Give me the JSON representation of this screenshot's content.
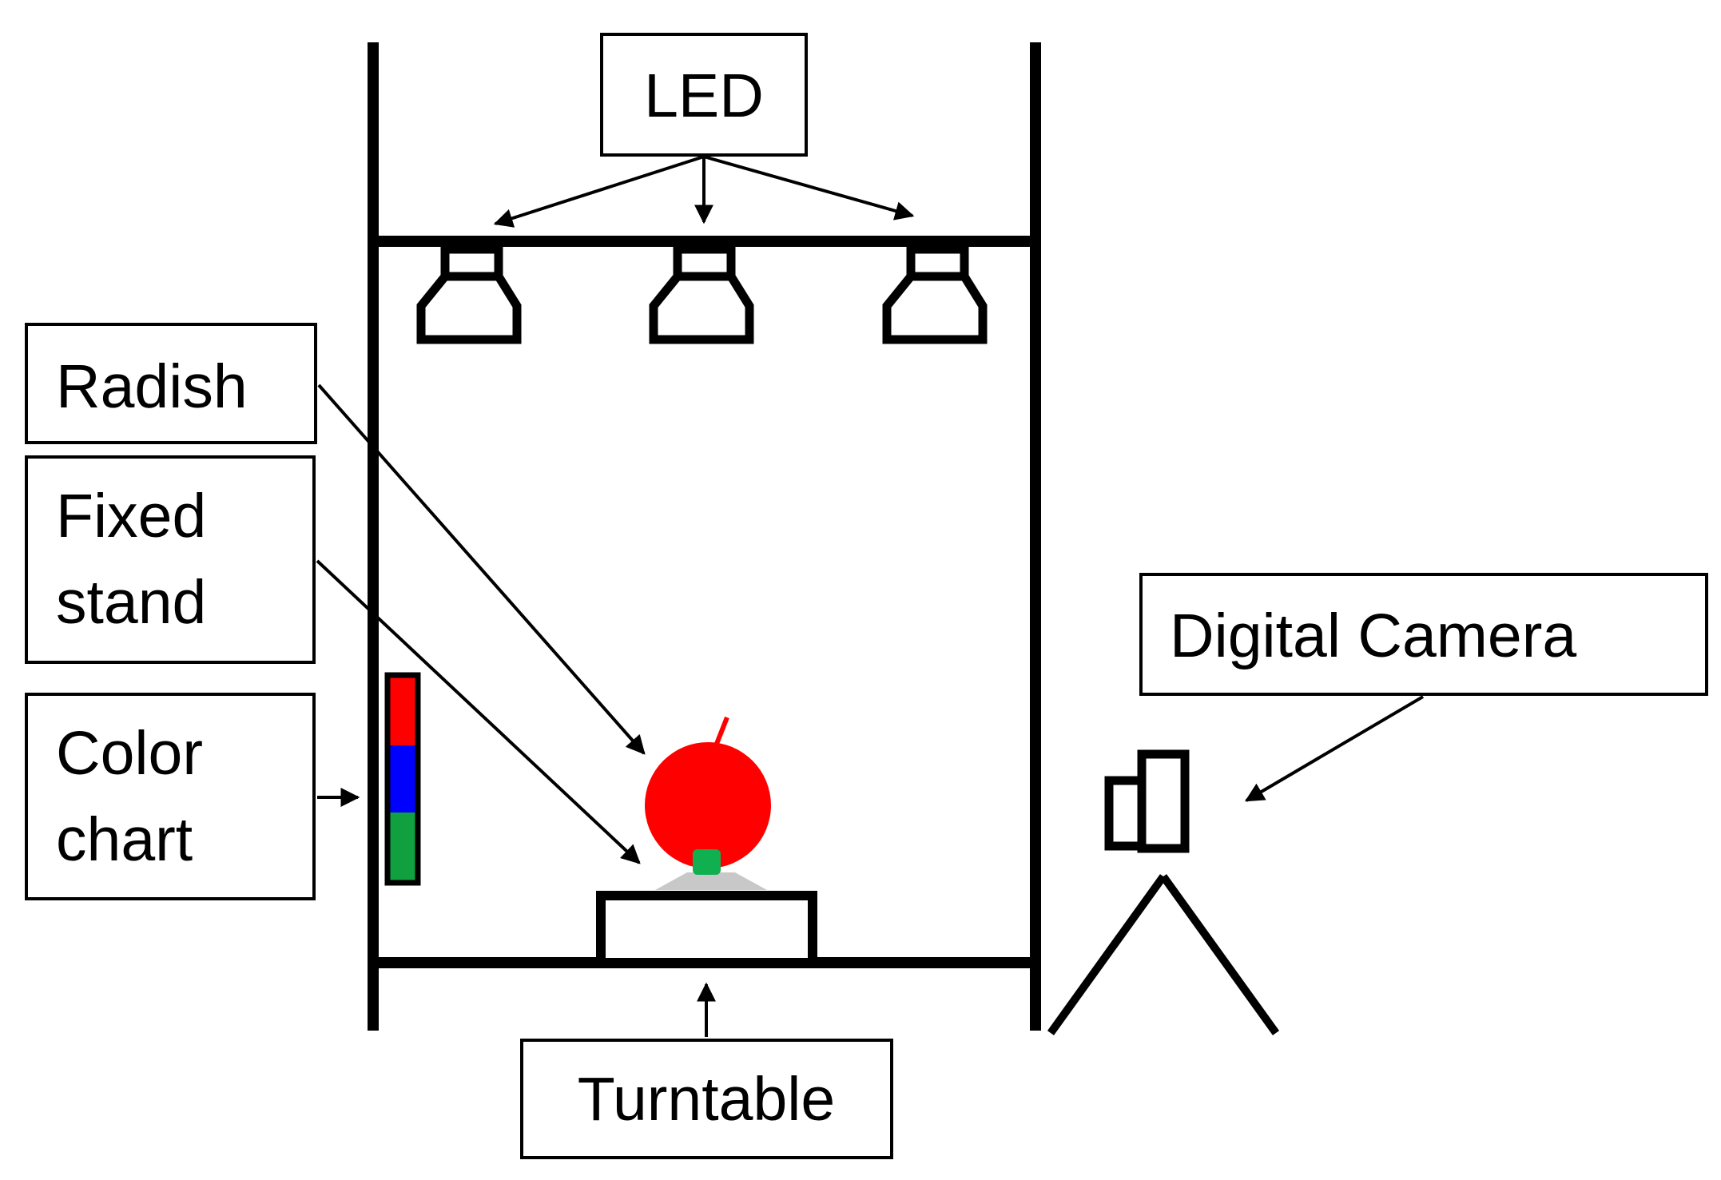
{
  "labels": {
    "led": "LED",
    "radish": "Radish",
    "fixed_stand_line1": "Fixed",
    "fixed_stand_line2": "stand",
    "color_chart_line1": "Color",
    "color_chart_line2": "chart",
    "digital_camera": "Digital Camera",
    "turntable": "Turntable"
  },
  "colors": {
    "radish": "#ff0000",
    "fixed_stand": "#10b050",
    "stand_base": "#c8c8c8",
    "chart_red": "#ff0000",
    "chart_blue": "#0000ff",
    "chart_green": "#10a040",
    "line": "#000000"
  },
  "icons": [
    "led-lamp-icon",
    "radish-icon",
    "color-chart-icon",
    "camera-icon",
    "tripod-icon",
    "turntable-icon"
  ]
}
